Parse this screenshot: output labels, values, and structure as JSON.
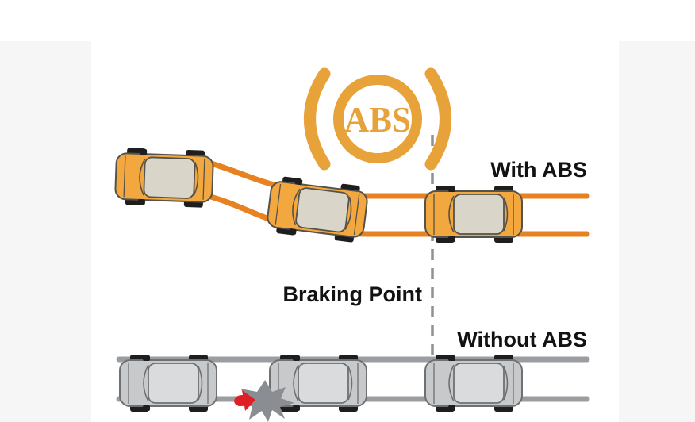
{
  "diagram": {
    "abs_icon_text": "ABS",
    "labels": {
      "with_abs": "With ABS",
      "braking_point": "Braking Point",
      "without_abs": "Without ABS"
    },
    "colors": {
      "background_white": "#FFFFFF",
      "margin_gray": "#F6F6F7",
      "abs_orange": "#E7A23A",
      "track_orange": "#E8811F",
      "car_orange": "#F3A83F",
      "car_orange_roof": "#D9D5C9",
      "car_outline": "#55524B",
      "track_gray": "#9B9DA0",
      "car_gray": "#C7C9CB",
      "car_gray_roof": "#D9DBDC",
      "car_gray_outline": "#6E7174",
      "wheel_black": "#1E1E1E",
      "collision_gray": "#8A8E92",
      "collision_red": "#DF1F26",
      "label_black": "#121212",
      "braking_line_gray": "#8D9296"
    }
  }
}
